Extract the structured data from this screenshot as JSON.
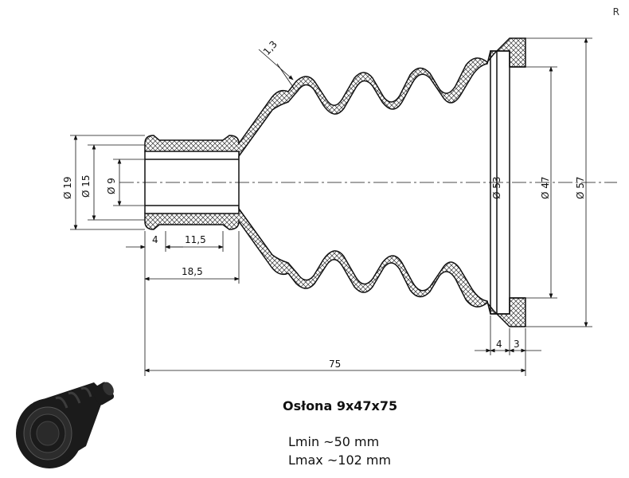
{
  "corner_mark": "R",
  "title": "Osłona 9x47x75",
  "specs": {
    "lmin": "Lmin ~50 mm",
    "lmax": "Lmax ~102 mm"
  },
  "dimensions": {
    "dia_19": "Ø 19",
    "dia_15": "Ø 15",
    "dia_9": "Ø 9",
    "dia_53": "Ø 53",
    "dia_47": "Ø 47",
    "dia_57": "Ø 57",
    "len_4": "4",
    "len_11_5": "11,5",
    "len_18_5": "18,5",
    "len_75": "75",
    "len_4_right": "4",
    "len_3_right": "3",
    "wall_1_3": "1,3"
  },
  "colors": {
    "line": "#111111",
    "hatch": "#333333",
    "rubber": "#1b1b1b"
  }
}
